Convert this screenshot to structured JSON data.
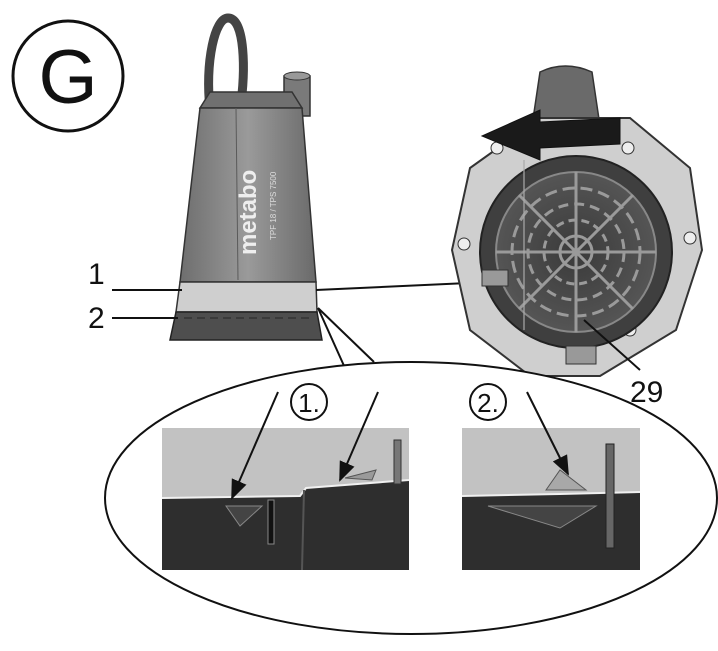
{
  "figure": {
    "letter": "G",
    "brand": "metabo",
    "model": "TPF 18 / TPS 7500",
    "callouts": [
      "1",
      "2",
      "29"
    ],
    "steps": [
      "1.",
      "2."
    ]
  },
  "colors": {
    "line": "#111111",
    "pump_body": "#8a8a8a",
    "pump_dark": "#5c5c5c",
    "ring_light": "#c9c9c9",
    "photo_bg": "#bdbdbd",
    "photo_dark": "#2c2c2c"
  }
}
